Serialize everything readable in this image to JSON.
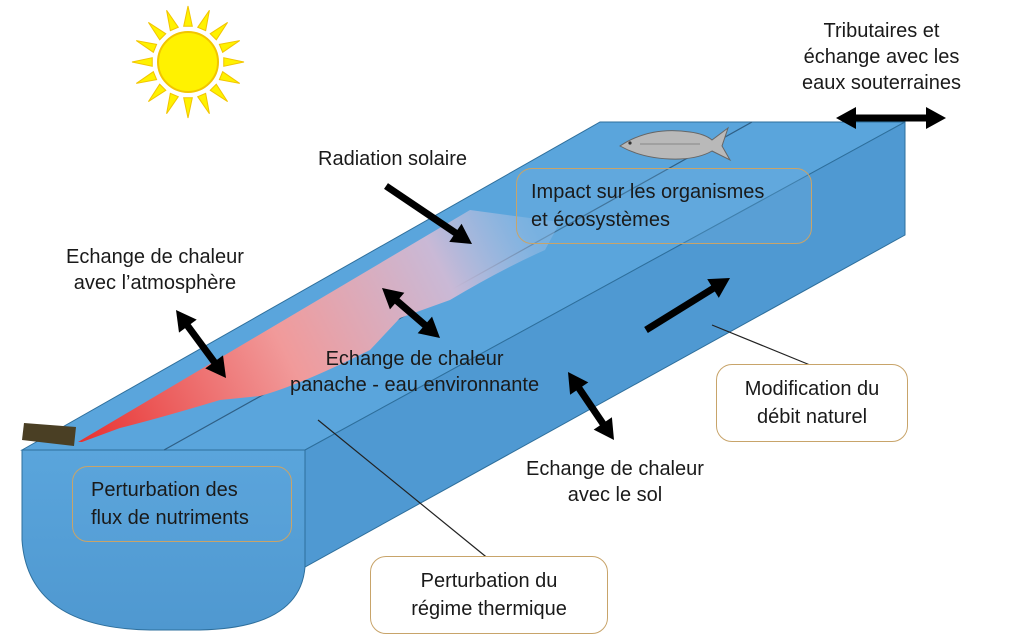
{
  "labels": {
    "radiation": "Radiation solaire",
    "atmosphere": [
      "Echange de chaleur",
      "avec l’atmosphère"
    ],
    "tributaries": [
      "Tributaires et",
      "échange avec les",
      "eaux souterraines"
    ],
    "plume": [
      "Echange de chaleur",
      "panache - eau environnante"
    ],
    "soil": [
      "Echange de chaleur",
      "avec le sol"
    ]
  },
  "boxes": {
    "organisms": [
      "Impact sur les organismes",
      "et écosystèmes"
    ],
    "flow": [
      "Modification du",
      "débit naturel"
    ],
    "nutrients": [
      "Perturbation des",
      "flux de nutriments"
    ],
    "thermal": [
      "Perturbation du",
      "régime thermique"
    ]
  },
  "colors": {
    "water_top": "#5aa5dc",
    "water_side": "#5ba3d8",
    "plume_hot": "#e8302f",
    "plume_cool": "#b7bfe0",
    "sun": "#fff200",
    "sun_outline": "#f2c500",
    "box_border": "#c8a46a",
    "arrow": "#000000",
    "pipe": "#4a3f24"
  },
  "icons": [
    "sun-icon",
    "fish-icon",
    "discharge-pipe-icon"
  ]
}
